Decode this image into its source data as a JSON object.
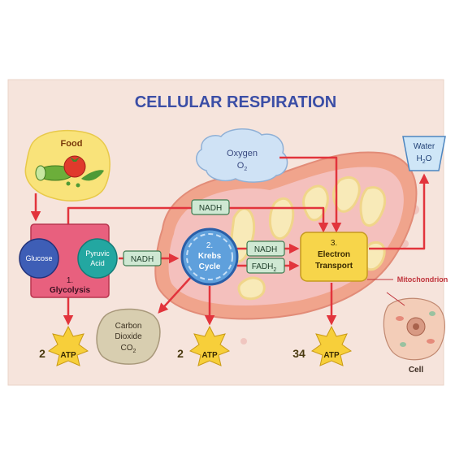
{
  "title": "CELLULAR RESPIRATION",
  "food": {
    "label": "Food"
  },
  "oxygen": {
    "label": "Oxygen",
    "formula_letter": "O",
    "formula_sub": "2"
  },
  "water": {
    "label": "Water",
    "formula_letter": "H",
    "formula_sub": "2",
    "formula_tail": "O"
  },
  "glycolysis": {
    "glucose": "Glucose",
    "pyruvic_line1": "Pyruvic",
    "pyruvic_line2": "Acid",
    "step_number": "1.",
    "step_name": "Glycolysis"
  },
  "krebs": {
    "step_number": "2.",
    "line1": "Krebs",
    "line2": "Cycle"
  },
  "electron_transport": {
    "step_number": "3.",
    "line1": "Electron",
    "line2": "Transport"
  },
  "carriers": {
    "nadh_top": "NADH",
    "nadh_mid": "NADH",
    "nadh_right": "NADH",
    "fadh_main": "FADH",
    "fadh_sub": "2"
  },
  "carbon_dioxide": {
    "line1": "Carbon",
    "line2": "Dioxide",
    "formula_main": "CO",
    "formula_sub": "2"
  },
  "mitochondrion_label": "Mitochondrion",
  "cell_label": "Cell",
  "atp": [
    {
      "count": "2",
      "label": "ATP"
    },
    {
      "count": "2",
      "label": "ATP"
    },
    {
      "count": "34",
      "label": "ATP"
    }
  ],
  "colors": {
    "poster_bg": "#f6e4dc",
    "title": "#3b4ea6",
    "arrow": "#e2343c",
    "food_blob": "#f9e37a",
    "oxygen_cloud": "#cfe2f5",
    "water_cup": "#cfe6f7",
    "glycolysis_box": "#e8607e",
    "glucose": "#3e5eb6",
    "pyruvic": "#23a7a1",
    "krebs": "#5fa0dc",
    "electron_box": "#f7d54a",
    "nadh_tag": "#cfe8d3",
    "mito_outer": "#f0a48c",
    "mito_inner": "#f4c0bd",
    "atp_star": "#f7cf3a",
    "co2_blob": "#d8ceb0",
    "mito_label": "#c0343c"
  }
}
